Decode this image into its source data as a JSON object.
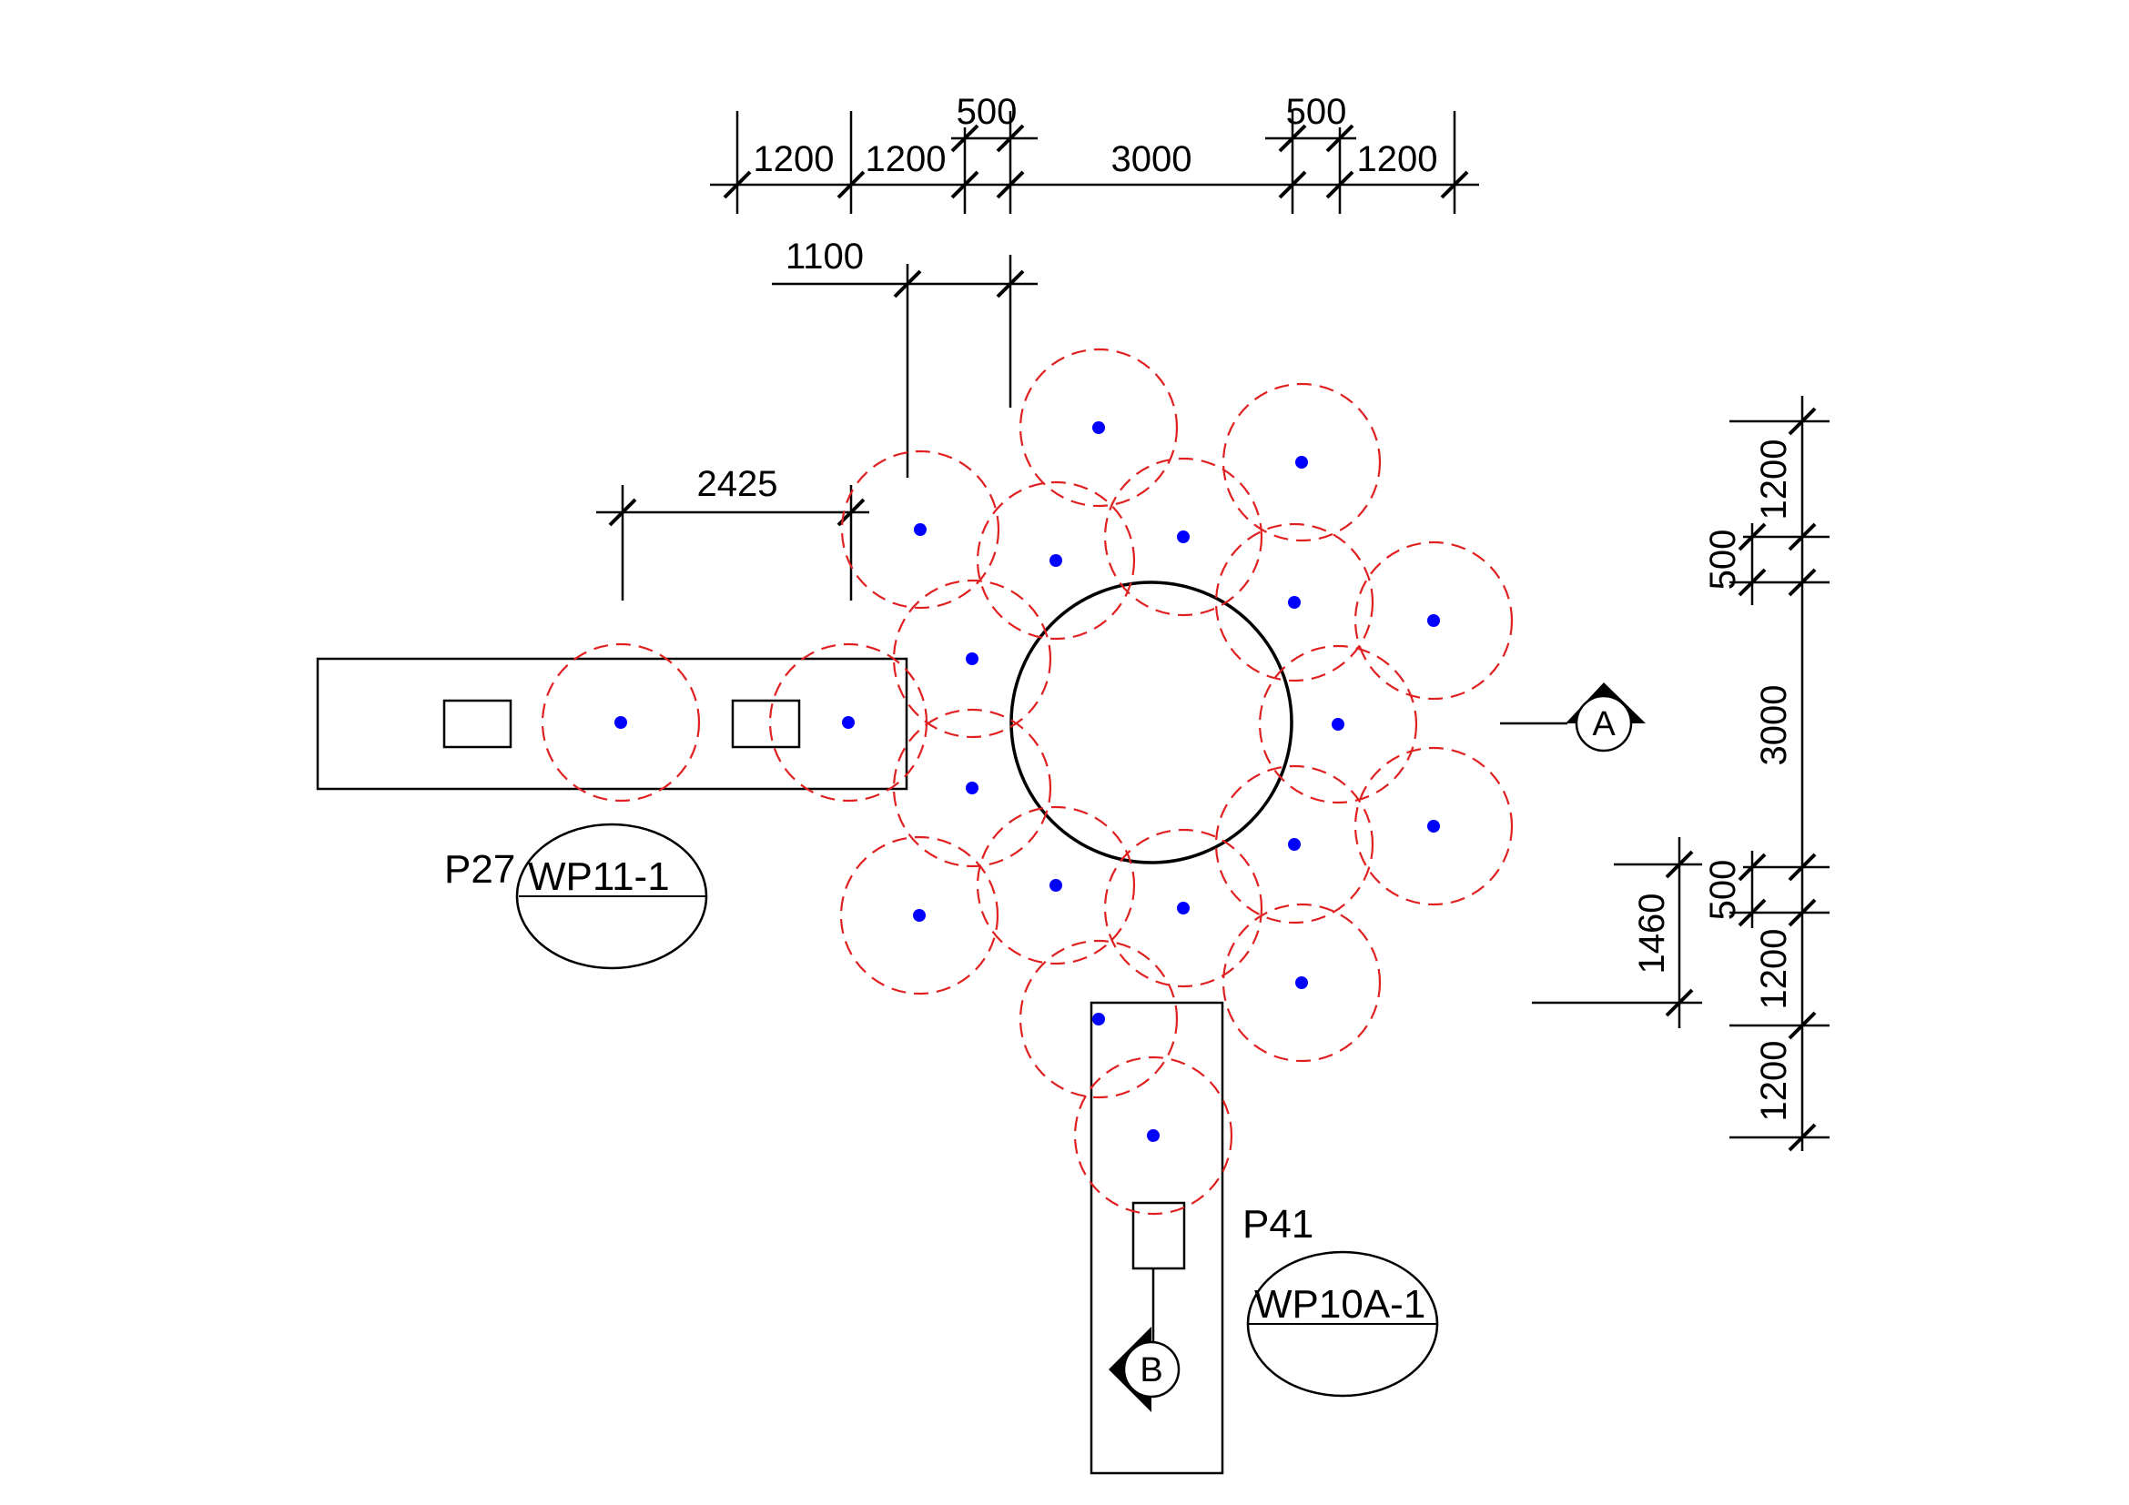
{
  "colors": {
    "line": "#000000",
    "pile_circle": "#e02020",
    "pile_center": "#0000ff",
    "background": "#ffffff"
  },
  "top_dimensions": {
    "seg1": "1200",
    "seg2": "1200",
    "seg3": "500",
    "seg4": "3000",
    "seg5": "500",
    "seg6": "1200",
    "offset_1100": "1100",
    "offset_2425": "2425"
  },
  "right_dimensions": {
    "seg1": "1200",
    "seg2": "500",
    "seg3": "3000",
    "seg4": "500",
    "seg5": "1200",
    "seg6": "1200",
    "offset_1460": "1460"
  },
  "labels": {
    "p27": "P27",
    "wp11": "WP11-1",
    "p41": "P41",
    "wp10a": "WP10A-1"
  },
  "section_marks": {
    "a": "A",
    "b": "B"
  },
  "piles": {
    "count": 20
  }
}
